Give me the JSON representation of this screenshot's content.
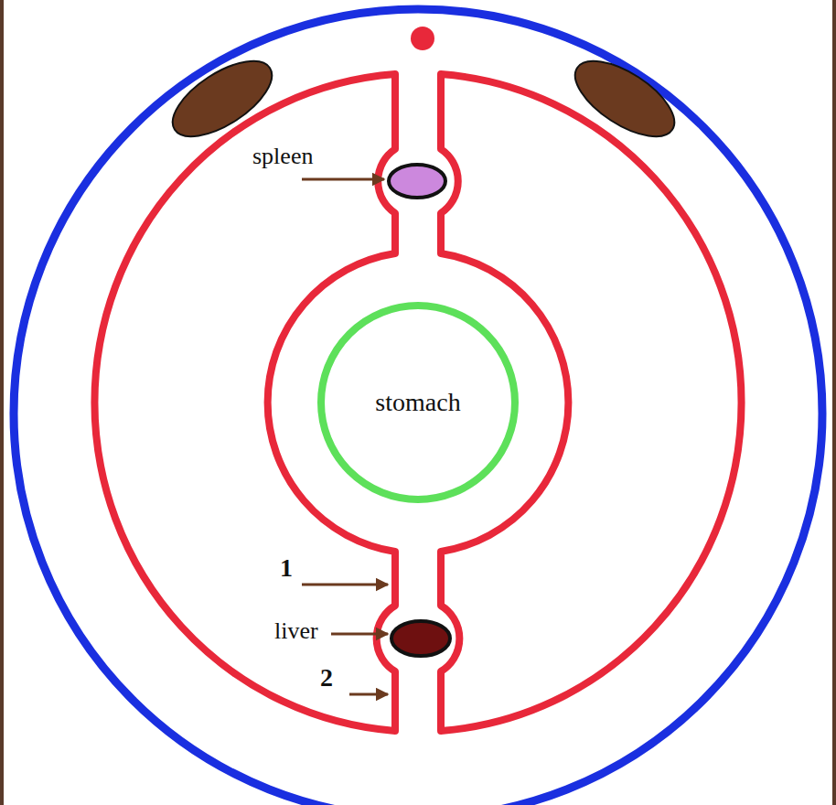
{
  "diagram": {
    "nodes": [
      {
        "text": [
          "stomach"
        ]
      }
    ],
    "labels": [
      "spleen",
      "1",
      "liver",
      "2"
    ]
  }
}
